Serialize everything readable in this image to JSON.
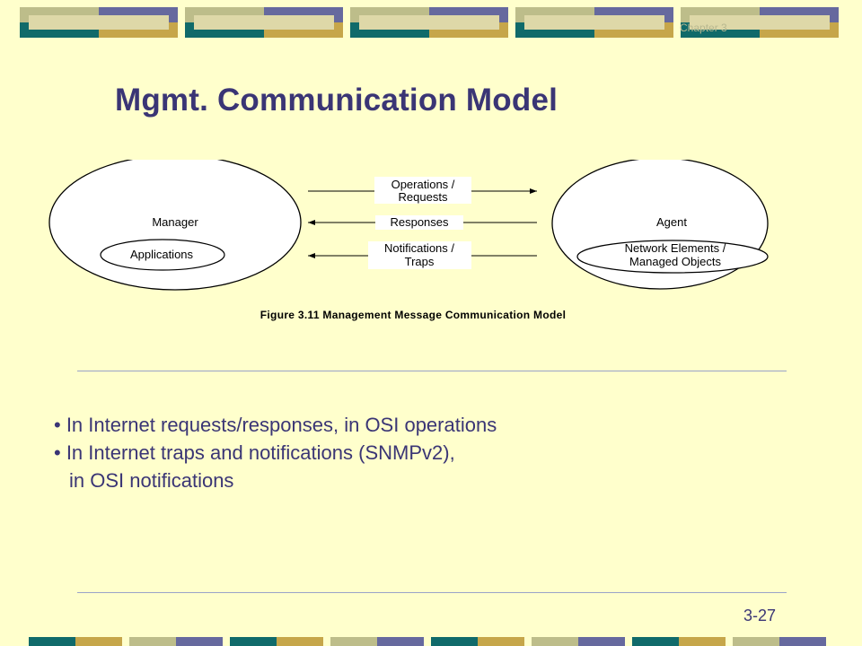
{
  "header": {
    "chapter_label": "Chapter 3"
  },
  "title": "Mgmt. Communication Model",
  "diagram": {
    "manager": {
      "label": "Manager",
      "sub_label": "Applications"
    },
    "agent": {
      "label": "Agent",
      "sub_label_line1": "Network Elements /",
      "sub_label_line2": "Managed Objects"
    },
    "messages": {
      "operations_line1": "Operations /",
      "operations_line2": "Requests",
      "responses": "Responses",
      "notifications_line1": "Notifications /",
      "notifications_line2": "Traps"
    },
    "caption": "Figure 3.11 Management Message Communication Model"
  },
  "bullets": [
    "• In Internet requests/responses, in OSI operations",
    "• In Internet traps and notifications (SNMPv2),",
    "in OSI notifications"
  ],
  "footer": {
    "page_number": "3-27"
  },
  "colors": {
    "background": "#ffffcc",
    "title": "#3a3575",
    "band_navy": "#66699e",
    "band_teal": "#106a6a",
    "band_gold": "#c6a64a",
    "band_olive": "#bdbd8a"
  }
}
